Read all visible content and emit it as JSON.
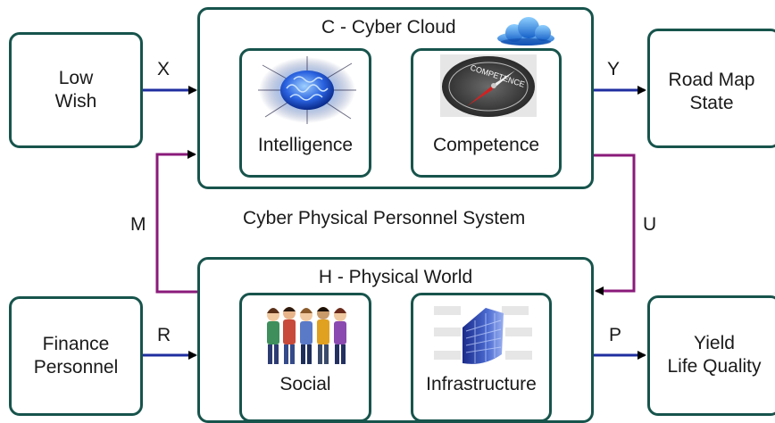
{
  "low_wish": {
    "line1": "Low",
    "line2": "Wish"
  },
  "road_map": {
    "line1": "Road Map",
    "line2": "State"
  },
  "finance": {
    "line1": "Finance",
    "line2": "Personnel"
  },
  "yield": {
    "line1": "Yield",
    "line2": "Life Quality"
  },
  "cyber_cloud": {
    "title": "C - Cyber Cloud",
    "intelligence": "Intelligence",
    "competence": "Competence",
    "compass_text": "COMPETENCE"
  },
  "physical_world": {
    "title": "H - Physical World",
    "social": "Social",
    "infrastructure": "Infrastructure"
  },
  "system_label": "Cyber Physical Personnel System",
  "arrows": {
    "x": "X",
    "y": "Y",
    "m": "M",
    "u": "U",
    "r": "R",
    "p": "P"
  },
  "colors": {
    "box_border": "#17544c",
    "flow_arrow": "#1f2fa0",
    "feedback_line": "#8a1a7a"
  }
}
